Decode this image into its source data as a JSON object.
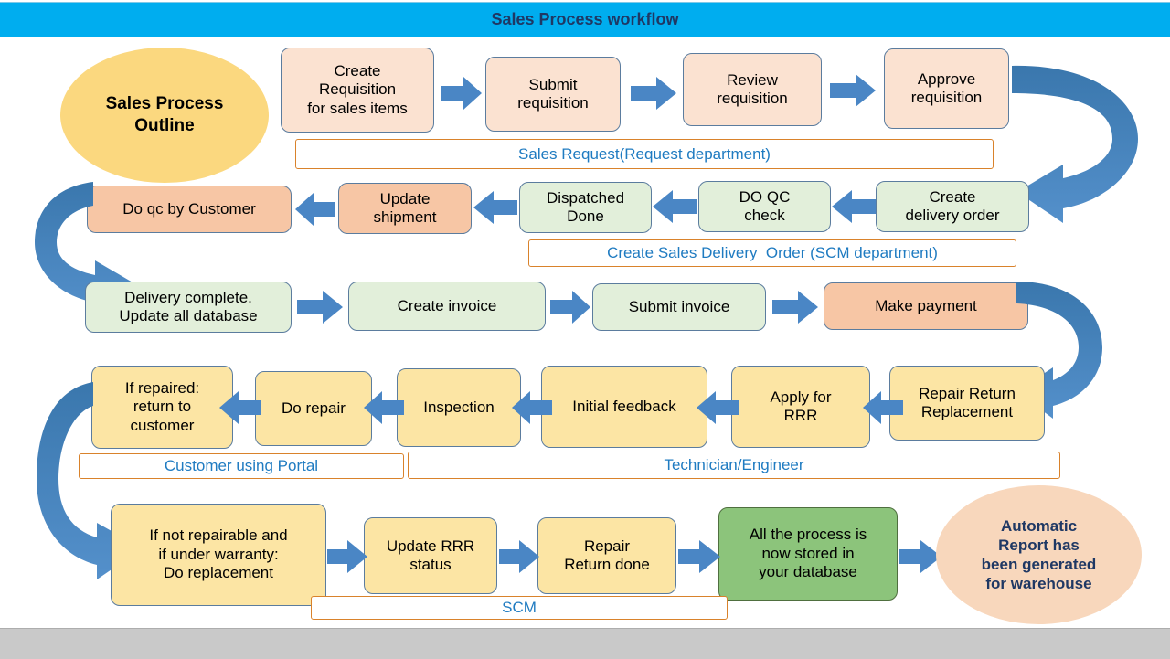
{
  "header": {
    "title": "Sales Process workflow",
    "bar_color": "#00ADEF",
    "title_color": "#1F3864"
  },
  "outline_ellipse": {
    "label": "Sales Process\nOutline",
    "fill": "#FBD87F"
  },
  "final_ellipse": {
    "label": "Automatic\nReport has\nbeen generated\nfor warehouse",
    "fill": "#F8D7BC",
    "text_color": "#1F3864"
  },
  "rows": [
    {
      "name": "sales-request",
      "lane_label": "Sales Request(Request department)",
      "nodes": [
        {
          "label": "Create\nRequisition\nfor sales items",
          "fill": "#FBE2D1"
        },
        {
          "label": "Submit\nrequisition",
          "fill": "#FBE2D1"
        },
        {
          "label": "Review\nrequisition",
          "fill": "#FBE2D1"
        },
        {
          "label": "Approve\nrequisition",
          "fill": "#FBE2D1"
        }
      ]
    },
    {
      "name": "sales-delivery-order",
      "lane_label": "Create Sales Delivery  Order (SCM department)",
      "nodes": [
        {
          "label": "Do qc by Customer",
          "fill": "#F7C6A5"
        },
        {
          "label": "Update\nshipment",
          "fill": "#F7C6A5"
        },
        {
          "label": "Dispatched\nDone",
          "fill": "#E2EFDA"
        },
        {
          "label": "DO QC\ncheck",
          "fill": "#E2EFDA"
        },
        {
          "label": "Create\ndelivery order",
          "fill": "#E2EFDA"
        }
      ]
    },
    {
      "name": "invoicing",
      "lane_label": "",
      "nodes": [
        {
          "label": "Delivery complete.\nUpdate all database",
          "fill": "#E2EFDA"
        },
        {
          "label": "Create invoice",
          "fill": "#E2EFDA"
        },
        {
          "label": "Submit invoice",
          "fill": "#E2EFDA"
        },
        {
          "label": "Make payment",
          "fill": "#F7C6A5"
        }
      ]
    },
    {
      "name": "repair-return-replacement",
      "lane_label_left": "Customer using Portal",
      "lane_label_right": "Technician/Engineer",
      "nodes": [
        {
          "label": "If repaired:\nreturn to\ncustomer",
          "fill": "#FCE5A4"
        },
        {
          "label": "Do repair",
          "fill": "#FCE5A4"
        },
        {
          "label": "Inspection",
          "fill": "#FCE5A4"
        },
        {
          "label": "Initial feedback",
          "fill": "#FCE5A4"
        },
        {
          "label": "Apply for\nRRR",
          "fill": "#FCE5A4"
        },
        {
          "label": "Repair Return\nReplacement",
          "fill": "#FCE5A4"
        }
      ]
    },
    {
      "name": "scm-closure",
      "lane_label": "SCM",
      "nodes": [
        {
          "label": "If not repairable and\nif under warranty:\nDo replacement",
          "fill": "#FCE5A4"
        },
        {
          "label": "Update RRR\nstatus",
          "fill": "#FCE5A4"
        },
        {
          "label": "Repair\nReturn done",
          "fill": "#FCE5A4"
        },
        {
          "label": "All the process is\nnow stored in\nyour database",
          "fill": "#8CC47B"
        }
      ]
    }
  ],
  "arrow_color": "#4A86C5",
  "curve_color_dark": "#3A77AD",
  "lane_border_color": "#D9822B",
  "lane_text_color": "#1F7BC1"
}
